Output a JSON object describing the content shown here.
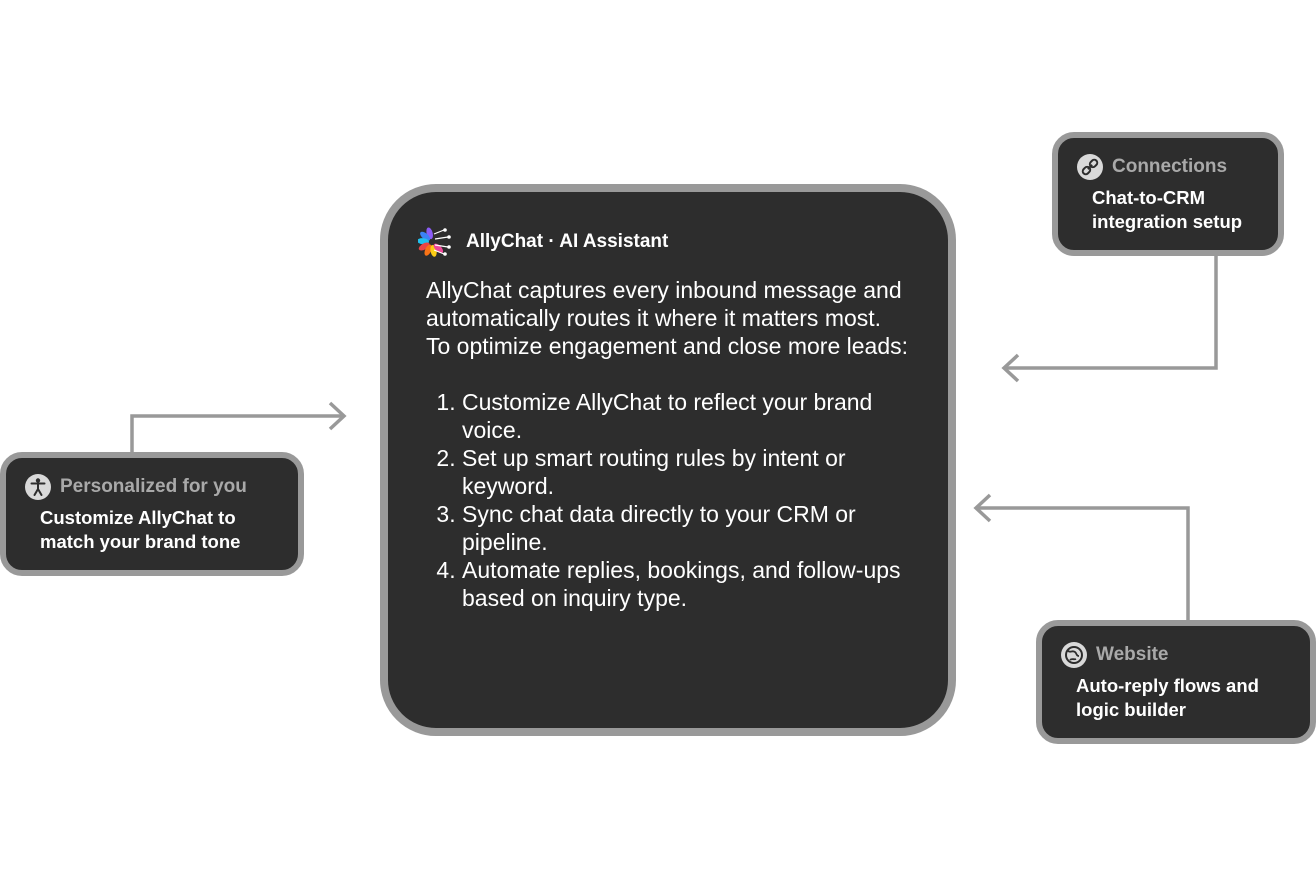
{
  "main_card": {
    "title": "AllyChat · AI Assistant",
    "logo_icon": "allychat-logo-icon",
    "intro": "AllyChat captures every inbound message and automatically routes it where it matters most.\n To optimize engagement and close more leads:",
    "steps": [
      "Customize AllyChat to reflect your brand voice.",
      "Set up smart routing rules by intent or keyword.",
      "Sync chat data directly to your CRM or pipeline.",
      "Automate replies, bookings, and follow-ups based on inquiry type."
    ]
  },
  "personalized": {
    "label": "Personalized for you",
    "text": "Customize AllyChat to match your brand tone",
    "icon": "accessibility-person-icon"
  },
  "connections": {
    "label": "Connections",
    "text": "Chat-to-CRM integration setup",
    "icon": "link-icon"
  },
  "website": {
    "label": "Website",
    "text": "Auto-reply flows and logic builder",
    "icon": "globe-icon"
  },
  "colors": {
    "card_background": "#2d2d2d",
    "card_border": "#999999",
    "connector": "#999999",
    "label_gray": "#a9a9a9",
    "page_background": "#ffffff"
  }
}
